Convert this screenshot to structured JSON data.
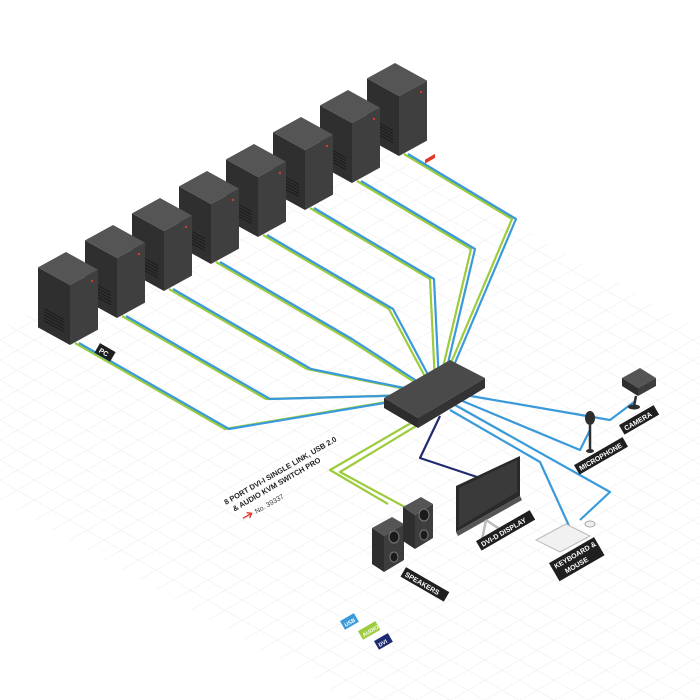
{
  "product": {
    "title_line1": "8 PORT DVI-I SINGLE LINK, USB 2.0",
    "title_line2": "& AUDIO KVM SWITCH PRO",
    "part_number": "No. 39337"
  },
  "labels": {
    "pc": "PC",
    "speakers": "SPEAKERS",
    "display": "DVI-D DISPLAY",
    "keyboard_line1": "KEYBOARD &",
    "keyboard_line2": "MOUSE",
    "microphone": "MICROPHONE",
    "camera": "CAMERA"
  },
  "legend": [
    {
      "label": "USB",
      "color": "#3a9ad9"
    },
    {
      "label": "AUDIO",
      "color": "#9ccc3c"
    },
    {
      "label": "DVI",
      "color": "#1e2b6e"
    }
  ],
  "colors": {
    "usb": "#3a9ad9",
    "audio": "#9ccc3c",
    "dvi": "#1e2b6e",
    "accent": "#e2372b",
    "device": "#3b3b3b"
  },
  "icons": [
    "pc-tower-icon",
    "kvm-switch-icon",
    "speaker-icon",
    "monitor-icon",
    "keyboard-icon",
    "mouse-icon",
    "microphone-icon",
    "camera-icon",
    "arrow-icon"
  ]
}
